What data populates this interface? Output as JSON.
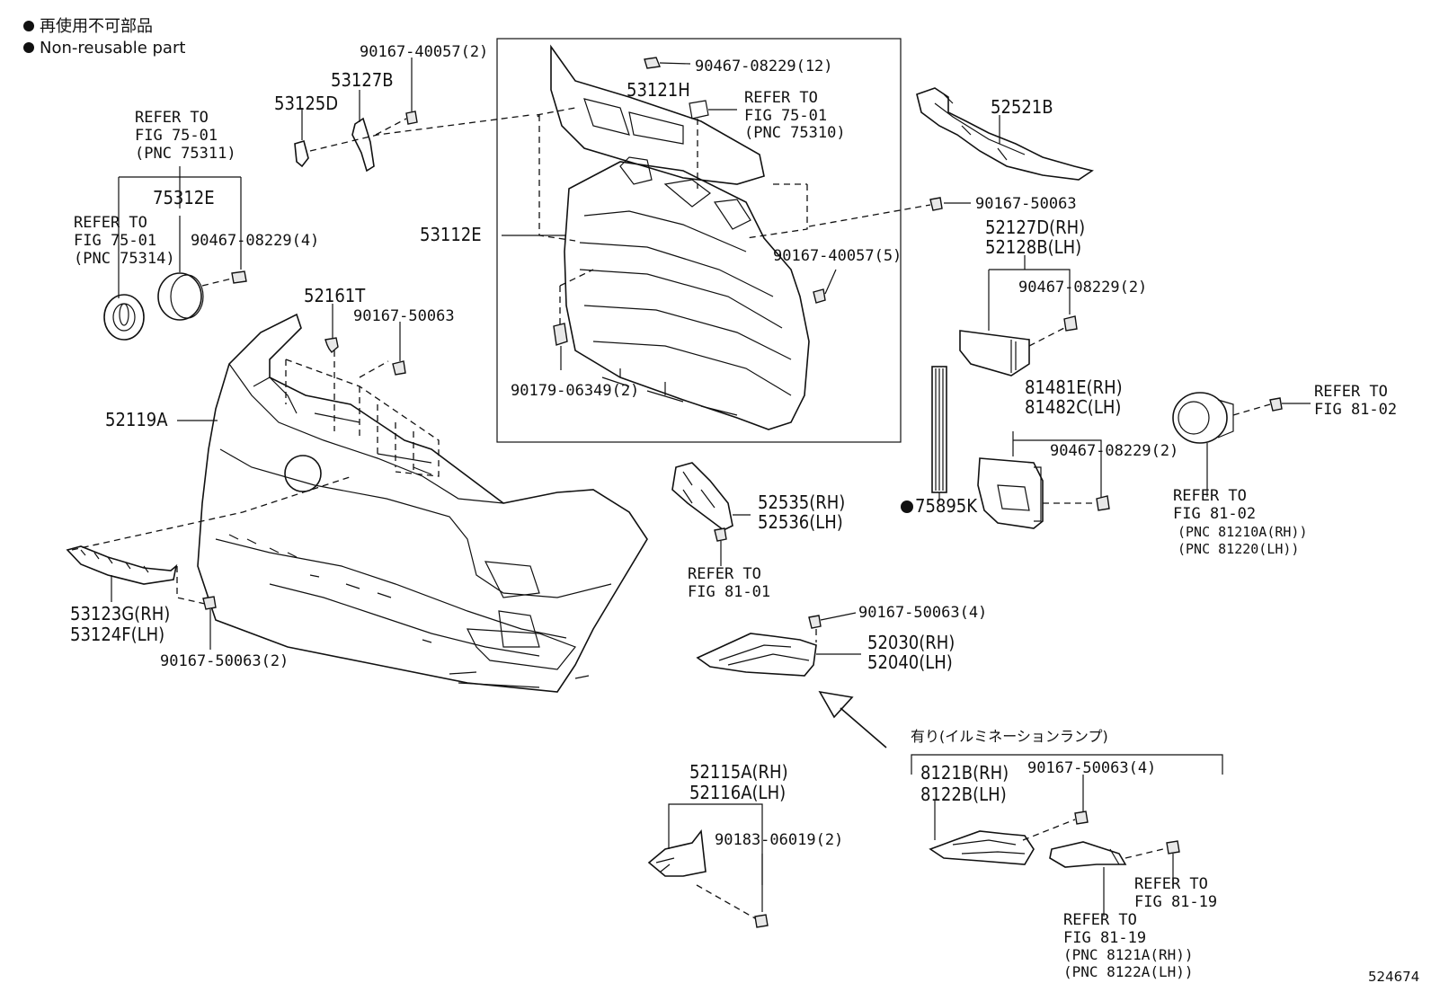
{
  "legend": {
    "line1": "再使用不可部品",
    "line2": "Non-reusable part"
  },
  "labels": {
    "p90167_40057_2": "90167-40057(2)",
    "p53127B": "53127B",
    "p53125D": "53125D",
    "ref_75_01_a": "REFER TO",
    "ref_75_01_a2": "FIG 75-01",
    "ref_75_01_a3": "(PNC 75311)",
    "p75312E": "75312E",
    "ref_75_01_b": "REFER TO",
    "ref_75_01_b2": "FIG 75-01",
    "ref_75_01_b3": "(PNC 75314)",
    "p90467_08229_4": "90467-08229(4)",
    "p90467_08229_12": "90467-08229(12)",
    "p53121H": "53121H",
    "ref_75_01_c": "REFER TO",
    "ref_75_01_c2": "FIG 75-01",
    "ref_75_01_c3": "(PNC 75310)",
    "p53112E": "53112E",
    "p90167_40057_5": "90167-40057(5)",
    "p90179_06349_2": "90179-06349(2)",
    "p52521B": "52521B",
    "p90167_50063_a": "90167-50063",
    "p52127D": "52127D(RH)",
    "p52128B": "52128B(LH)",
    "p90467_08229_2a": "90467-08229(2)",
    "p52161T": "52161T",
    "p90167_50063_b": "90167-50063",
    "p52119A": "52119A",
    "p81481E": "81481E(RH)",
    "p81482C": "81482C(LH)",
    "p90467_08229_2b": "90467-08229(2)",
    "p75895K": "75895K",
    "ref_81_02_a": "REFER TO",
    "ref_81_02_a2": "FIG 81-02",
    "ref_81_02_b": "REFER TO",
    "ref_81_02_b2": "FIG 81-02",
    "ref_81_02_b3": "(PNC 81210A(RH))",
    "ref_81_02_b4": "(PNC 81220(LH))",
    "p52535": "52535(RH)",
    "p52536": "52536(LH)",
    "ref_81_01": "REFER TO",
    "ref_81_01_2": "FIG 81-01",
    "p53123G": "53123G(RH)",
    "p53124F": "53124F(LH)",
    "p90167_50063_2": "90167-50063(2)",
    "p90167_50063_4a": "90167-50063(4)",
    "p52030": "52030(RH)",
    "p52040": "52040(LH)",
    "illum": "有り(イルミネーションランプ)",
    "p52115A": "52115A(RH)",
    "p52116A": "52116A(LH)",
    "p90183_06019_2": "90183-06019(2)",
    "p8121B": "8121B(RH)",
    "p8122B": "8122B(LH)",
    "p90167_50063_4b": "90167-50063(4)",
    "ref_81_19_a": "REFER TO",
    "ref_81_19_a2": "FIG 81-19",
    "ref_81_19_b": "REFER TO",
    "ref_81_19_b2": "FIG 81-19",
    "ref_81_19_b3": "(PNC 8121A(RH))",
    "ref_81_19_b4": "(PNC 8122A(LH))",
    "fig_id": "524674"
  }
}
